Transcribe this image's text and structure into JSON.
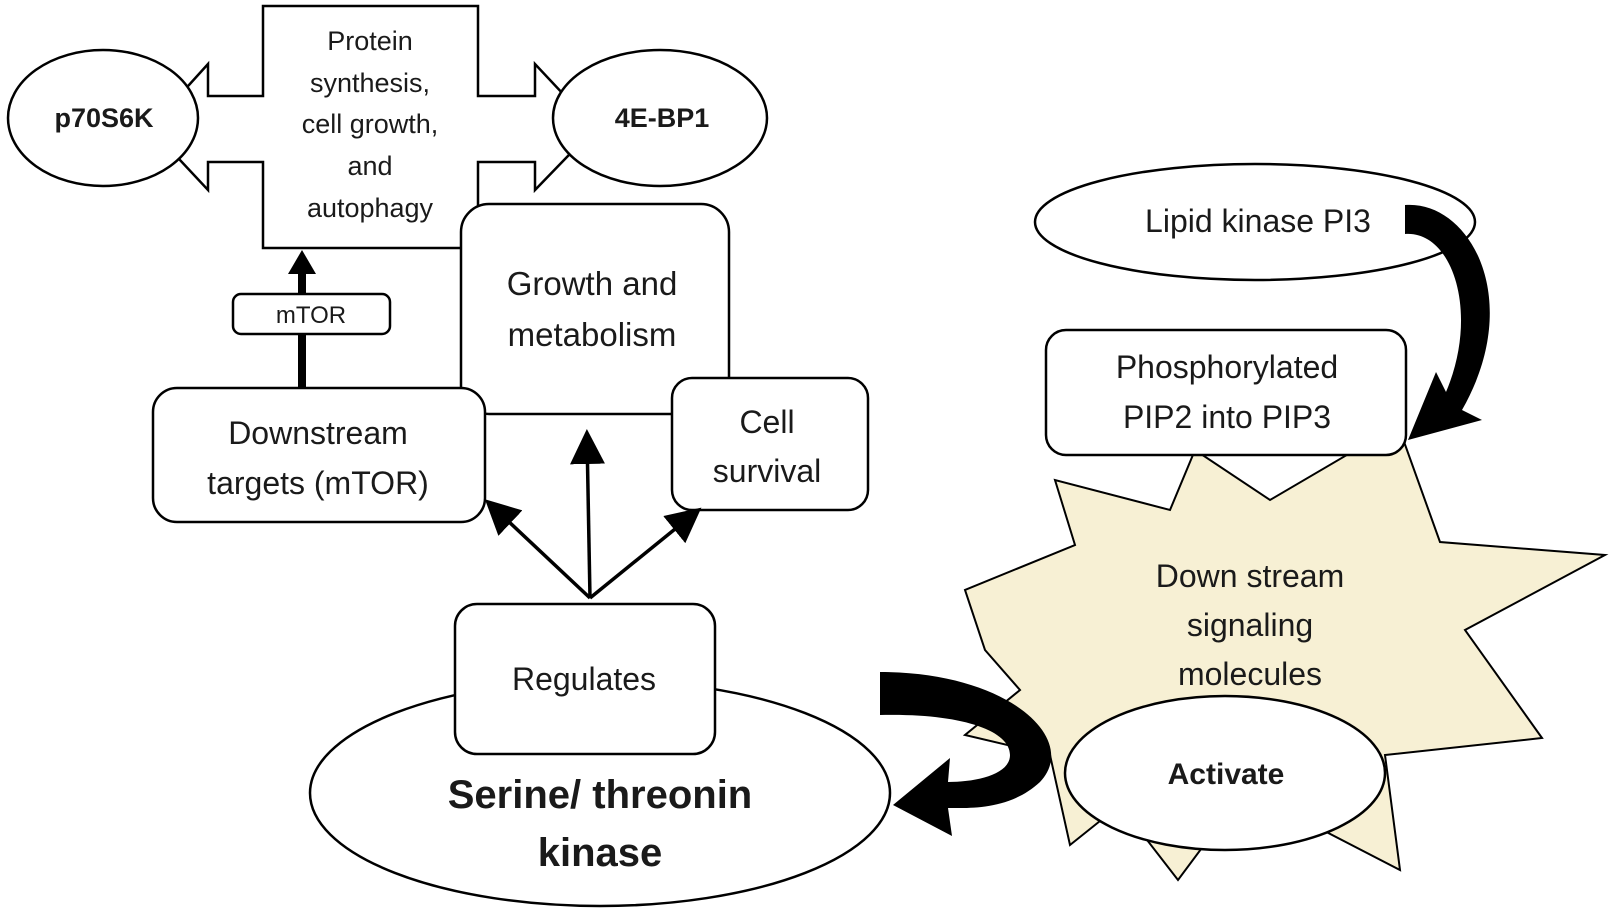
{
  "colors": {
    "stroke": "#000000",
    "box_fill": "#ffffff",
    "starburst_fill": "#f7f0d4",
    "text": "#1a1a1a"
  },
  "nodes": {
    "protein_synthesis": [
      "Protein",
      "synthesis,",
      "cell growth,",
      "and",
      "autophagy"
    ],
    "p70s6k": "p70S6K",
    "four_ebp1": "4E-BP1",
    "mtor_label": "mTOR",
    "downstream_targets": [
      "Downstream",
      "targets  (mTOR)"
    ],
    "growth_metabolism": [
      "Growth and",
      "metabolism"
    ],
    "cell_survival": [
      "Cell",
      "survival"
    ],
    "regulates": "Regulates",
    "serine_threonin": [
      "Serine/ threonin",
      "kinase"
    ],
    "lipid_kinase": "Lipid  kinase PI3",
    "phosphorylated": [
      "Phosphorylated",
      "PIP2 into PIP3"
    ],
    "down_stream": [
      "Down stream",
      "signaling",
      "molecules"
    ],
    "activate": "Activate"
  }
}
